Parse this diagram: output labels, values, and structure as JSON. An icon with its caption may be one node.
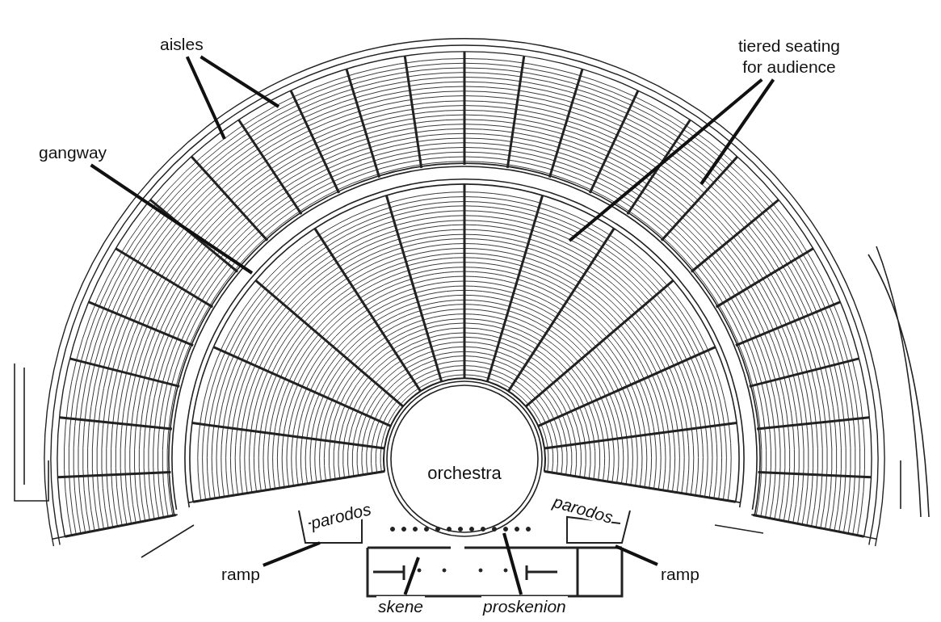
{
  "diagram": {
    "nodes": [
      {
        "text": [
          "aisles"
        ]
      },
      {
        "text": [
          "tiered seating for audience"
        ]
      },
      {
        "text": [
          "gangway"
        ]
      },
      {
        "text": [
          "orchestra"
        ]
      },
      {
        "text": [
          "ramp"
        ]
      },
      {
        "text": [
          "ramp"
        ]
      },
      {
        "text": [
          "skene"
        ]
      },
      {
        "text": [
          "proskenion"
        ]
      }
    ],
    "edges": [
      {
        "from": 0,
        "to": null,
        "arrow": "none"
      },
      {
        "from": 0,
        "to": null,
        "arrow": "none"
      },
      {
        "from": 1,
        "to": null,
        "arrow": "none"
      },
      {
        "from": 1,
        "to": null,
        "arrow": "none"
      },
      {
        "from": 2,
        "to": null,
        "arrow": "none"
      },
      {
        "from": 4,
        "to": null,
        "arrow": "none"
      },
      {
        "from": 5,
        "to": null,
        "arrow": "none"
      },
      {
        "from": 6,
        "to": null,
        "arrow": "none"
      },
      {
        "from": 7,
        "to": null,
        "arrow": "none"
      }
    ],
    "labels": [
      "parodos",
      "parodos"
    ]
  }
}
